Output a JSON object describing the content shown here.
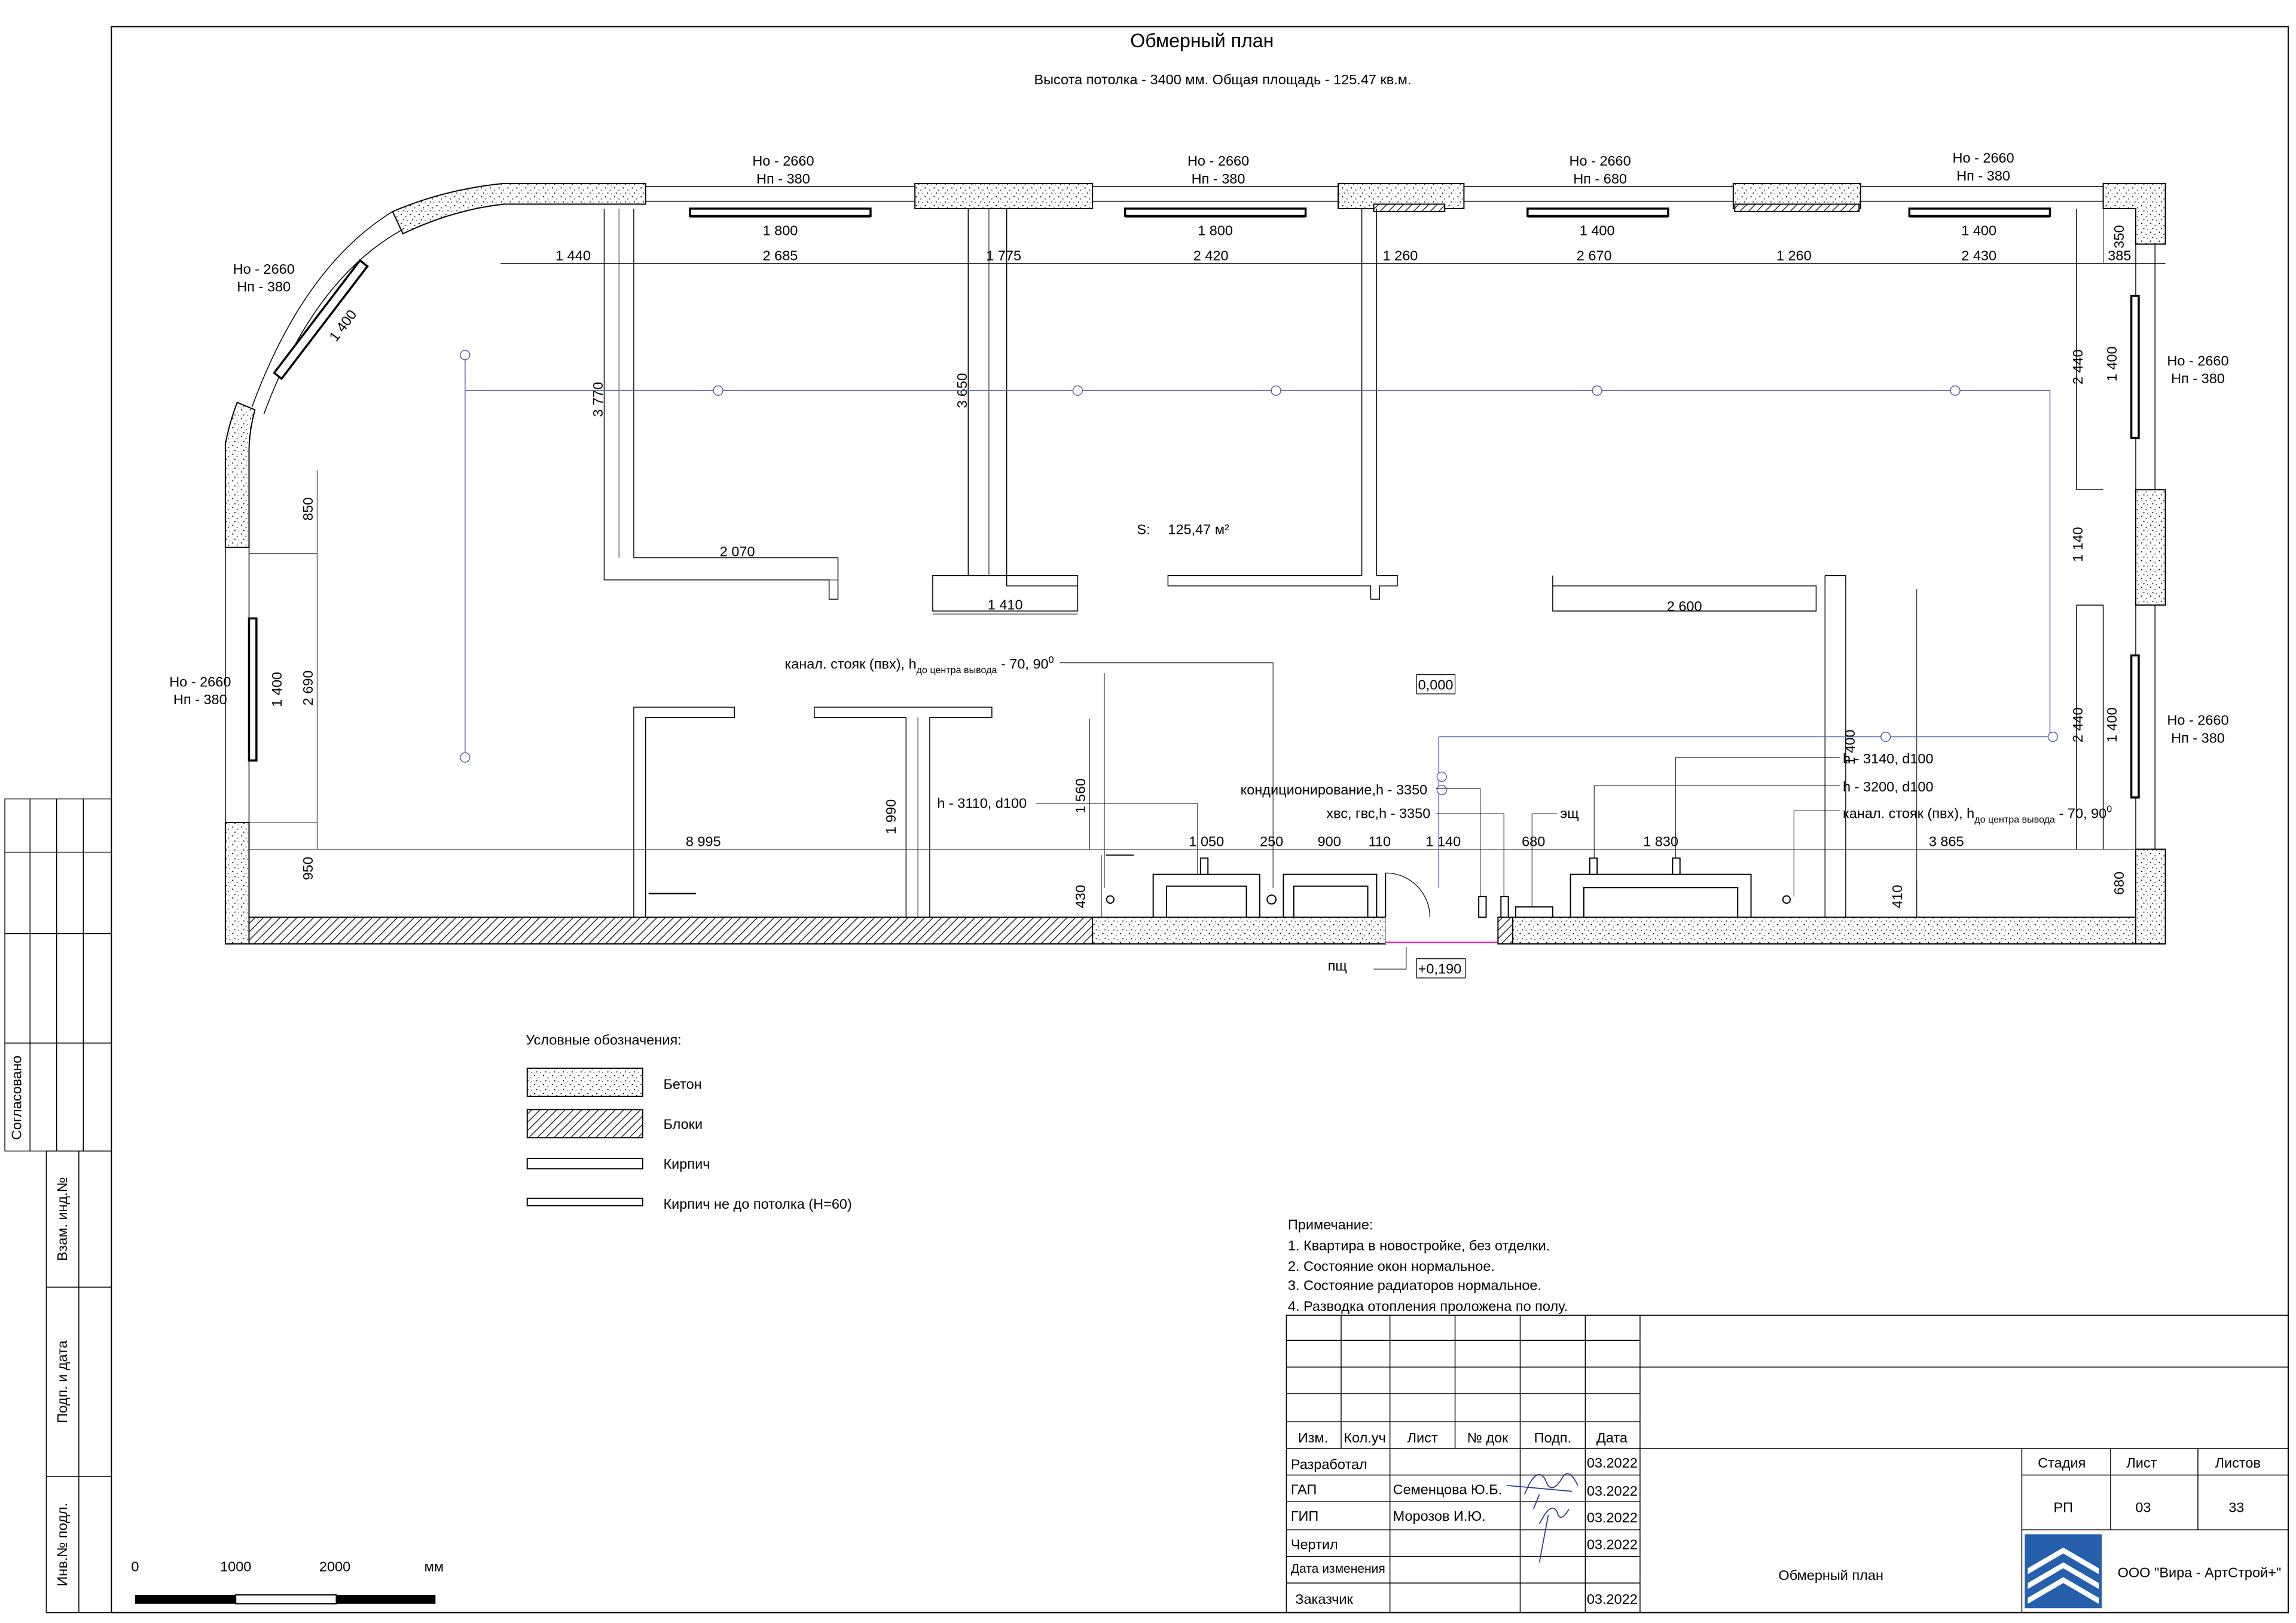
{
  "header": {
    "title": "Обмерный план",
    "subtitle": "Высота потолка - 3400 мм. Общая площадь - 125.47 кв.м."
  },
  "windows": {
    "top1_ho": "Но - 2660",
    "top1_hp": "Нп - 380",
    "top2_ho": "Но - 2660",
    "top2_hp": "Нп - 380",
    "top3_ho": "Но - 2660",
    "top3_hp": "Нп - 680",
    "top4_ho": "Но - 2660",
    "top4_hp": "Нп - 380",
    "arc_ho": "Но - 2660",
    "arc_hp": "Нп - 380",
    "left_ho": "Но - 2660",
    "left_hp": "Нп - 380",
    "right1_ho": "Но - 2660",
    "right1_hp": "Нп - 380",
    "right2_ho": "Но - 2660",
    "right2_hp": "Нп - 380"
  },
  "dimensions": {
    "top_window_1": "1 800",
    "top_window_2": "1 800",
    "top_window_3": "1 400",
    "top_window_4": "1 400",
    "top_chain": [
      "1 440",
      "2 685",
      "1 775",
      "2 420",
      "1 260",
      "2 670",
      "1 260",
      "2 430",
      "385"
    ],
    "top_right_350": "350",
    "arc_window": "1 400",
    "left_850": "850",
    "left_2690": "2 690",
    "left_950": "950",
    "left_window": "1 400",
    "v_3770": "3 770",
    "v_3650": "3 650",
    "right_2440_top": "2 440",
    "right_1140": "1 140",
    "right_2440_bot": "2 440",
    "right_window_1": "1 400",
    "right_window_2": "1 400",
    "right_1400_small": "1 400",
    "h_2070": "2 070",
    "h_1410": "1 410",
    "h_2600": "2 600",
    "v_1990": "1 990",
    "v_1560": "1 560",
    "v_430": "430",
    "v_410": "410",
    "v_680": "680",
    "bottom_chain": [
      "8 995",
      "1 050",
      "250",
      "900",
      "110",
      "1 140",
      "680",
      "1 830",
      "3 865"
    ]
  },
  "area": {
    "label": "S:",
    "value": "125,47 м²"
  },
  "level_mark_1": "0,000",
  "level_mark_2": "+0,190",
  "callouts": {
    "vent_riser_left_a": "канал. стояк (пвх), h",
    "vent_riser_left_sub": "до центра вывода",
    "vent_riser_left_b": " - 70, 90",
    "vent_riser_left_sup": "0",
    "h3110": "h - 3110, d100",
    "aircon": "кондиционирование,h - 3350",
    "water": "хвс, гвс,h - 3350",
    "eshch": "эщ",
    "h3140": "h - 3140, d100",
    "h3200": "h - 3200, d100",
    "vent_riser_right_a": "канал. стояк (пвх), h",
    "vent_riser_right_sub": "до центра вывода",
    "vent_riser_right_b": " - 70, 90",
    "vent_riser_right_sup": "0",
    "pshch": "пщ"
  },
  "legend": {
    "title": "Условные обозначения:",
    "items": [
      "Бетон",
      "Блоки",
      "Кирпич",
      "Кирпич не до потолка (Н=60)"
    ]
  },
  "notes": {
    "title": "Примечание:",
    "items": [
      "1. Квартира в новостройке, без отделки.",
      "2. Состояние окон нормальное.",
      "3. Состояние радиаторов нормальное.",
      "4. Разводка отопления проложена по полу."
    ]
  },
  "scale_bar": {
    "labels": [
      "0",
      "1000",
      "2000"
    ],
    "unit": "мм"
  },
  "side_stamp": [
    "Согласовано",
    "Взам. инд.№",
    "Подп. и дата",
    "Инв.№ подл."
  ],
  "title_block": {
    "headers": [
      "Изм.",
      "Кол.уч",
      "Лист",
      "№ док",
      "Подп.",
      "Дата"
    ],
    "rows": [
      {
        "role": "Разработал",
        "name": "",
        "date": "03.2022"
      },
      {
        "role": "ГАП",
        "name": "Семенцова Ю.Б.",
        "date": "03.2022"
      },
      {
        "role": "ГИП",
        "name": "Морозов И.Ю.",
        "date": "03.2022"
      },
      {
        "role": "Чертил",
        "name": "",
        "date": "03.2022"
      },
      {
        "role": "Дата изменения",
        "name": "",
        "date": ""
      },
      {
        "role": "Заказчик",
        "name": "",
        "date": "03.2022"
      }
    ],
    "sheet_title": "Обмерный план",
    "stage_header": "Стадия",
    "sheet_header": "Лист",
    "sheets_header": "Листов",
    "stage": "РП",
    "sheet": "03",
    "sheets": "33",
    "company": "ООО \"Вира - АртСтрой+\""
  }
}
